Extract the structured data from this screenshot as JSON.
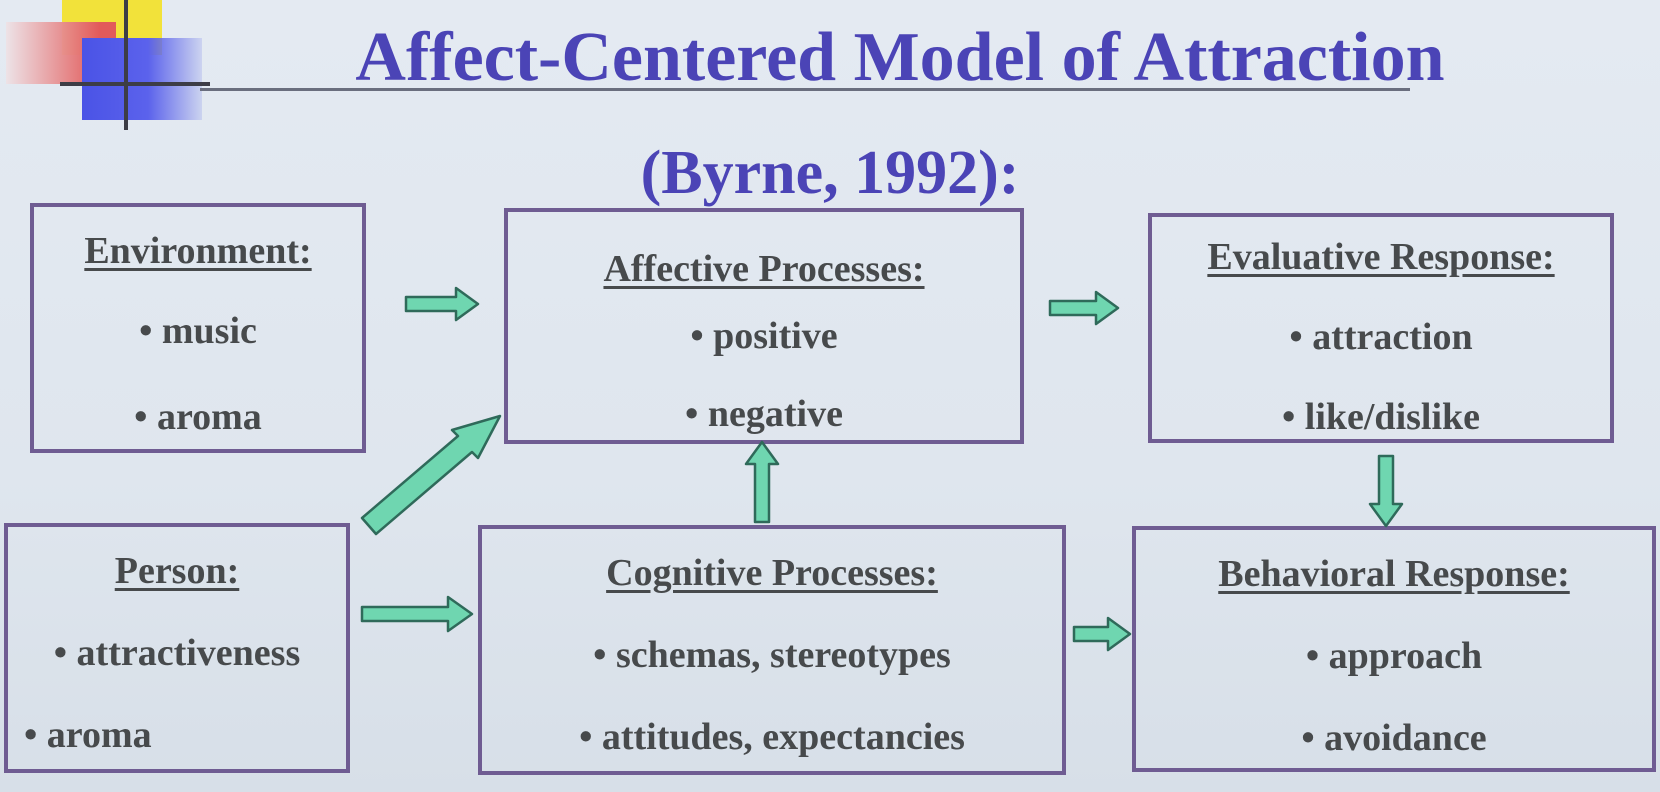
{
  "title": {
    "line1": "Affect-Centered Model of Attraction",
    "line2": "(Byrne, 1992):"
  },
  "colors": {
    "title": "#4b44b6",
    "box_border": "#6f5c92",
    "text": "#474a4c",
    "arrow_fill": "#6fd6b0"
  },
  "boxes": {
    "environment": {
      "heading": "Environment:",
      "items": [
        "• music",
        "• aroma"
      ]
    },
    "affective": {
      "heading": "Affective Processes:",
      "items": [
        "• positive",
        "• negative"
      ]
    },
    "evaluative": {
      "heading": "Evaluative Response:",
      "items": [
        "• attraction",
        "• like/dislike"
      ]
    },
    "person": {
      "heading": "Person:",
      "items": [
        "• attractiveness",
        "• aroma"
      ]
    },
    "cognitive": {
      "heading": "Cognitive Processes:",
      "items": [
        "• schemas, stereotypes",
        "• attitudes, expectancies"
      ]
    },
    "behavioral": {
      "heading": "Behavioral Response:",
      "items": [
        "• approach",
        "• avoidance"
      ]
    }
  }
}
